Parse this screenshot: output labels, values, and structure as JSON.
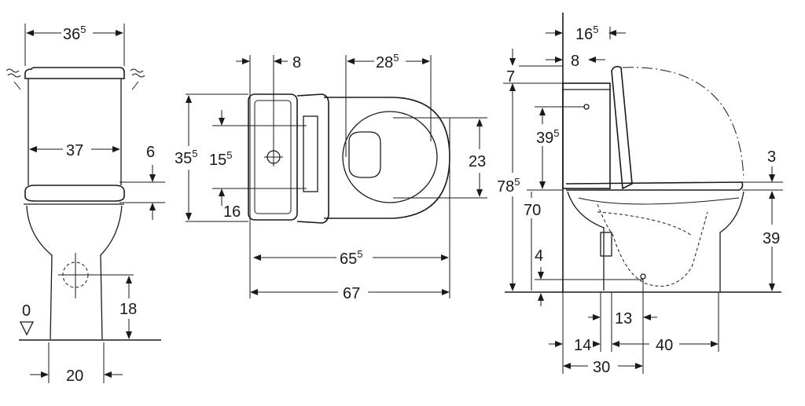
{
  "front_view": {
    "width_top": {
      "main": "36",
      "sup": "5"
    },
    "tank_width": {
      "main": "37",
      "sup": ""
    },
    "seat_gap": {
      "main": "6",
      "sup": ""
    },
    "level_zero": {
      "main": "0",
      "sup": ""
    },
    "outlet_height": {
      "main": "18",
      "sup": ""
    },
    "base_width": {
      "main": "20",
      "sup": ""
    }
  },
  "top_view": {
    "offset_left": {
      "main": "8",
      "sup": ""
    },
    "bowl_width": {
      "main": "28",
      "sup": "5"
    },
    "total_width": {
      "main": "35",
      "sup": "5"
    },
    "inlet_spacing": {
      "main": "15",
      "sup": "5"
    },
    "wall_gap": {
      "main": "16",
      "sup": ""
    },
    "seat_opening": {
      "main": "23",
      "sup": ""
    },
    "depth_inner": {
      "main": "65",
      "sup": "5"
    },
    "depth_total": {
      "main": "67",
      "sup": ""
    }
  },
  "side_view": {
    "top_offset": {
      "main": "16",
      "sup": "5"
    },
    "tank_offset": {
      "main": "8",
      "sup": ""
    },
    "lid_height": {
      "main": "7",
      "sup": ""
    },
    "inlet_height": {
      "main": "39",
      "sup": "5"
    },
    "total_height": {
      "main": "78",
      "sup": "5"
    },
    "tank_height": {
      "main": "70",
      "sup": ""
    },
    "floor_offset": {
      "main": "4",
      "sup": ""
    },
    "seat_thickness": {
      "main": "3",
      "sup": ""
    },
    "seat_height": {
      "main": "39",
      "sup": ""
    },
    "drain_offset": {
      "main": "13",
      "sup": ""
    },
    "wall_to_drain": {
      "main": "14",
      "sup": ""
    },
    "drain_to_front": {
      "main": "40",
      "sup": ""
    },
    "base_depth": {
      "main": "30",
      "sup": ""
    }
  }
}
